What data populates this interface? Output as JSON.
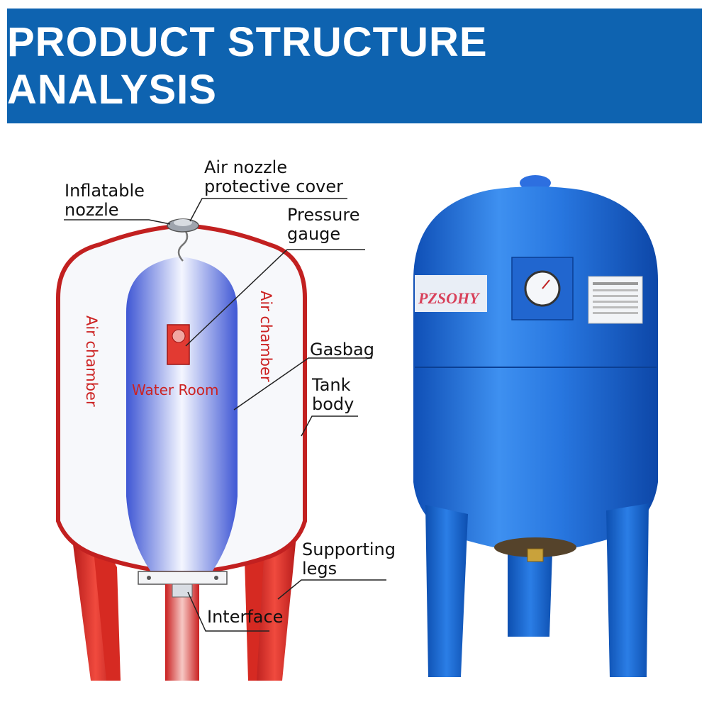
{
  "banner": {
    "title": "PRODUCT STRUCTURE ANALYSIS",
    "bg_color": "#0e63b0"
  },
  "diagram": {
    "labels": {
      "inflatable_nozzle": [
        "Inflatable",
        "nozzle"
      ],
      "air_nozzle_cover": [
        "Air nozzle",
        "protective cover"
      ],
      "pressure_gauge": [
        "Pressure",
        "gauge"
      ],
      "gasbag": [
        "Gasbag"
      ],
      "tank_body": [
        "Tank",
        "body"
      ],
      "supporting_legs": [
        "Supporting",
        "legs"
      ],
      "interface": [
        "Interface"
      ]
    },
    "inner_text": {
      "air_chamber_left": "Air chamber",
      "air_chamber_right": "Air chamber",
      "water_room": "Water Room"
    },
    "colors": {
      "red": "#cc2222",
      "tank_blue": "#1f6fd6",
      "gasbag_blue": "#4d62d8"
    }
  },
  "product": {
    "brand": "PZSOHY"
  }
}
